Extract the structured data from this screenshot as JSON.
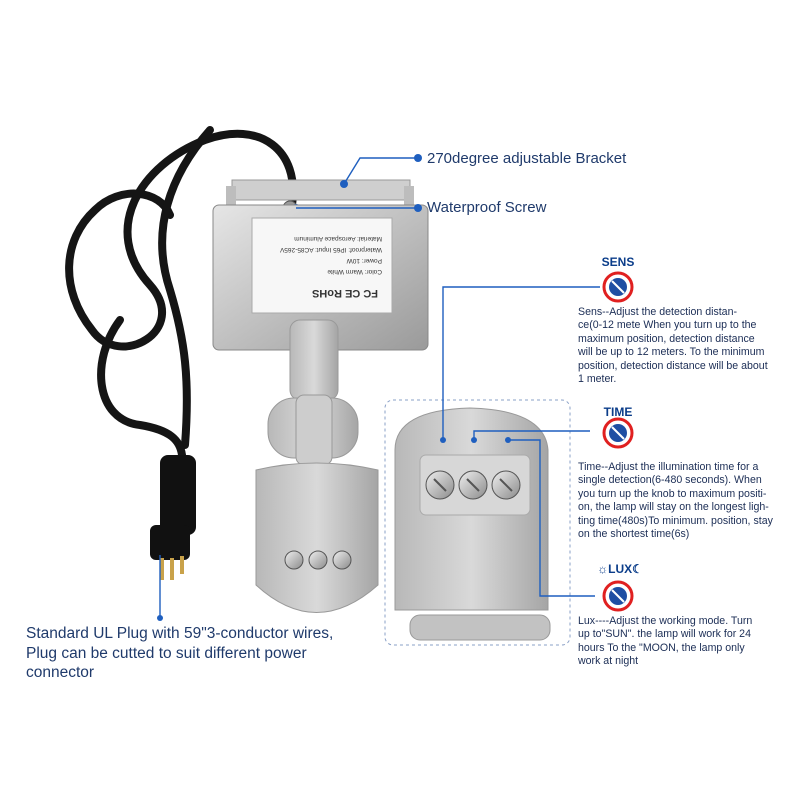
{
  "callouts": {
    "bracket": "270degree adjustable Bracket",
    "screw": "Waterproof Screw"
  },
  "plug_note": {
    "lines": [
      "Standard UL Plug with 59\"3-conductor wires,",
      "Plug can be cutted to suit different power",
      "connector"
    ]
  },
  "label_plate": {
    "marks": "FC CE RoHS",
    "lines": [
      "Color: Warm White",
      "Power: 10W",
      "Waterproof: IP65  Input: AC85-265V",
      "Material: Aerospace Aluminum"
    ]
  },
  "sens": {
    "heading": "SENS",
    "lines": [
      "Sens--Adjust the detection distan-",
      "ce(0-12 mete When you turn up to the",
      "maximum position, detection distance",
      "will be up to 12 meters. To the minimum",
      "position, detection distance will be about",
      "1 meter."
    ]
  },
  "time": {
    "heading": "TIME",
    "lines": [
      "Time--Adjust the illumination time for a",
      "single detection(6-480 seconds). When",
      "you turn up the knob to maximum positi-",
      "on, the lamp will stay on the longest ligh-",
      "ting time(480s)To minimum. position, stay",
      "on the shortest time(6s)"
    ]
  },
  "lux": {
    "heading": "LUX",
    "sun_glyph": "☼",
    "moon_glyph": "☾",
    "lines": [
      "Lux----Adjust the working mode. Turn",
      "up to\"SUN\". the lamp will work for 24",
      "hours To the \"MOON, the lamp only",
      "work at night"
    ]
  },
  "colors": {
    "accent": "#1f5fbf",
    "text": "#1f3a6b",
    "body_gray": "#c9c9c9",
    "red_arc": "#e02020",
    "cable": "#151515"
  }
}
